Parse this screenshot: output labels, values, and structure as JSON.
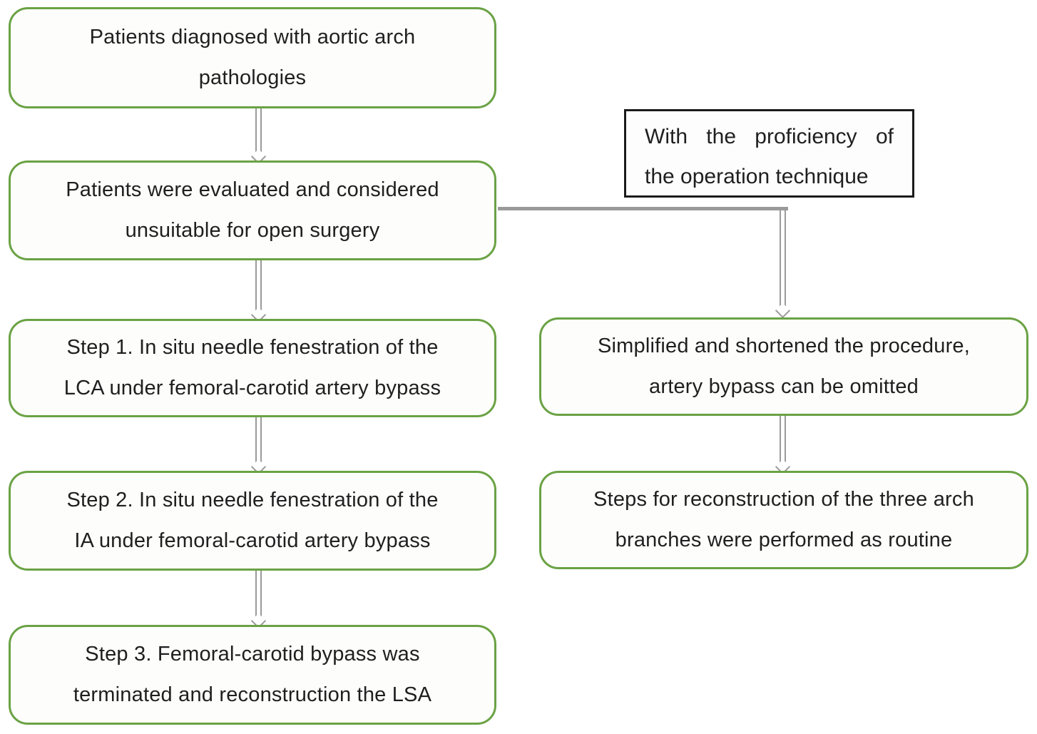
{
  "colors": {
    "node_border_green": "#6aa244",
    "connector_gray": "#9a9a9a",
    "note_border_black": "#1b1b1b",
    "text": "#1f1f1f"
  },
  "flowchart": {
    "left_column": [
      {
        "id": "diagnosis",
        "lines": [
          "Patients diagnosed with aortic arch",
          "pathologies"
        ]
      },
      {
        "id": "evaluation",
        "lines": [
          "Patients were evaluated and considered",
          "unsuitable for open surgery"
        ]
      },
      {
        "id": "step1",
        "lines": [
          "Step 1. In situ needle fenestration of the",
          "LCA under femoral-carotid artery bypass"
        ]
      },
      {
        "id": "step2",
        "lines": [
          "Step 2. In situ needle fenestration of the",
          "IA under femoral-carotid artery bypass"
        ]
      },
      {
        "id": "step3",
        "lines": [
          "Step 3. Femoral-carotid bypass was",
          "terminated and reconstruction the LSA"
        ]
      }
    ],
    "note_box": {
      "lines": [
        "With the proficiency of",
        "the operation technique"
      ]
    },
    "right_column": [
      {
        "id": "simplified",
        "lines": [
          "Simplified and shortened the procedure,",
          "artery bypass can be omitted"
        ]
      },
      {
        "id": "routine",
        "lines": [
          "Steps for reconstruction of the three arch",
          "branches were performed as routine"
        ]
      }
    ]
  }
}
